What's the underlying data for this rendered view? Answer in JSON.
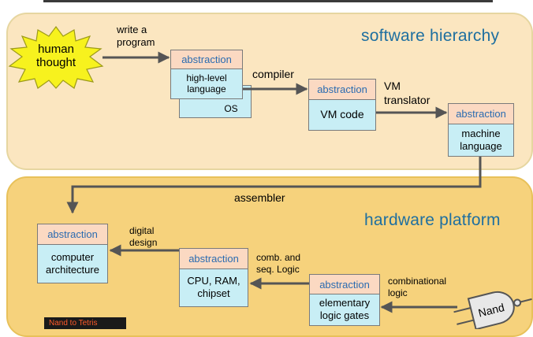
{
  "software_title": "software hierarchy",
  "hardware_title": "hardware platform",
  "human_thought": [
    "human",
    "thought"
  ],
  "labels": {
    "write_program": [
      "write a",
      "program"
    ],
    "compiler": "compiler",
    "vm_translator": [
      "VM",
      "translator"
    ],
    "assembler": "assembler",
    "digital_design": [
      "digital",
      "design"
    ],
    "comb_seq": [
      "comb. and",
      "seq. Logic"
    ],
    "combinational": [
      "combinational",
      "logic"
    ]
  },
  "boxes": {
    "highlevel": {
      "head": "abstraction",
      "body": [
        "high-level",
        "language"
      ]
    },
    "os": {
      "body": "OS"
    },
    "vm": {
      "head": "abstraction",
      "body": "VM code"
    },
    "machine": {
      "head": "abstraction",
      "body": [
        "machine",
        "language"
      ]
    },
    "computer": {
      "head": "abstraction",
      "body": [
        "computer",
        "architecture"
      ]
    },
    "cpu": {
      "head": "abstraction",
      "body": [
        "CPU, RAM,",
        "chipset"
      ]
    },
    "gates": {
      "head": "abstraction",
      "body": [
        "elementary",
        "logic gates"
      ]
    }
  },
  "nand_label": "Nand",
  "footer_tag": "Nand to Tetris",
  "colors": {
    "software_panel": "#fbe6c0",
    "hardware_panel": "#f6d27c",
    "box_head": "#fbd9c2",
    "box_body": "#c8eef5",
    "title_blue": "#1e6fa0",
    "starburst": "#f7f21e",
    "arrow": "#555555"
  }
}
